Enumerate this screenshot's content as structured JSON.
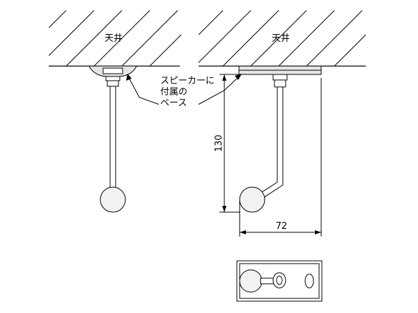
{
  "labels": {
    "ceiling_left": "天井",
    "ceiling_right": "天井",
    "base_note_line1": "スピーカーに",
    "base_note_line2": "付属の",
    "base_note_line3": "ベース",
    "dim_height": "130",
    "dim_width": "72"
  },
  "colors": {
    "line": "#000000",
    "ball_fill": "#f2f2f2",
    "base_fill": "#e6e6e6",
    "background": "#ffffff"
  }
}
